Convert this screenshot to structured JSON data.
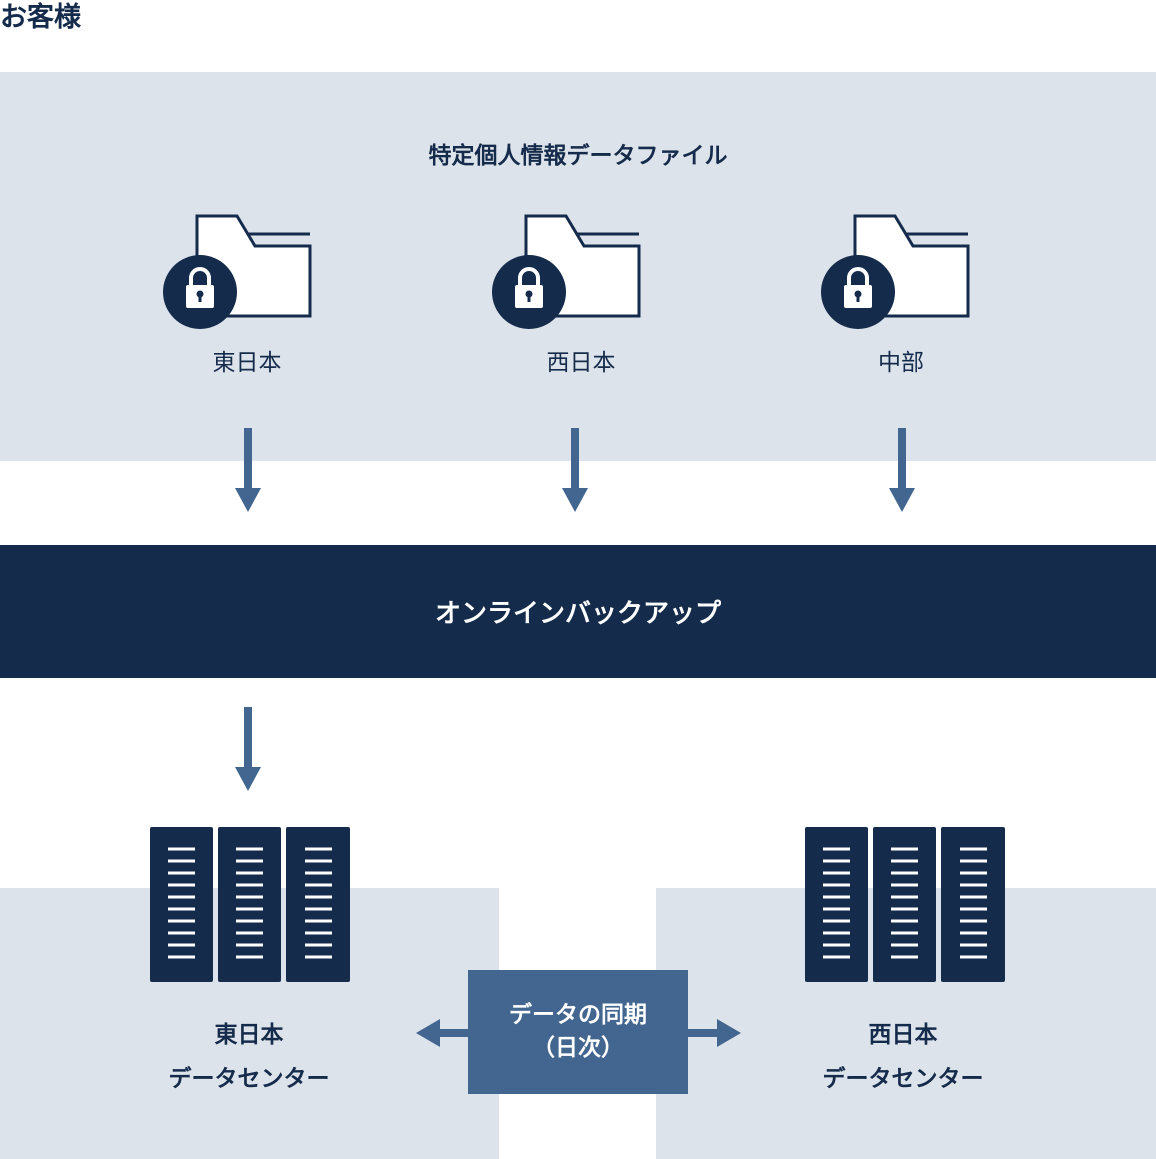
{
  "customer": {
    "label": "お客様"
  },
  "files": {
    "title": "特定個人情報データファイル",
    "regions": [
      "東日本",
      "西日本",
      "中部"
    ]
  },
  "service": {
    "label": "オンラインバックアップ"
  },
  "datacenters": {
    "east": {
      "line1": "東日本",
      "line2": "データセンター"
    },
    "west": {
      "line1": "西日本",
      "line2": "データセンター"
    }
  },
  "sync": {
    "line1": "データの同期",
    "line2": "（日次）"
  },
  "colors": {
    "navy": "#152b4b",
    "panel": "#dde3ea",
    "accent": "#42668f"
  }
}
